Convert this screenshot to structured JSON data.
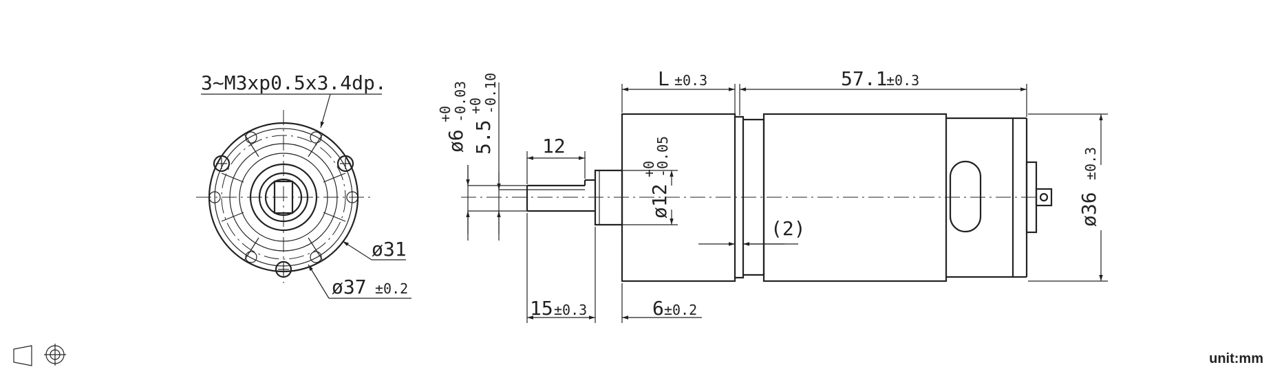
{
  "front_view": {
    "thread_callout": "3~M3xp0.5x3.4dp.",
    "dia_inner": "ø31",
    "dia_outer_value": "ø37",
    "dia_outer_tol": "±0.2"
  },
  "side_view": {
    "shaft_dia_base": "ø6",
    "shaft_dia_upper": "+0",
    "shaft_dia_lower": "-0.03",
    "flat_base": "5.5",
    "flat_upper": "+0",
    "flat_lower": "-0.10",
    "flat_length": "12",
    "shaft_length_value": "15",
    "shaft_length_tol": "±0.3",
    "boss_dia_base": "ø12",
    "boss_upper": "+0",
    "boss_lower": "-0.05",
    "gearbox_length_value": "L",
    "gearbox_length_tol": "±0.3",
    "motor_length_value": "57.1",
    "motor_length_tol": "±0.3",
    "boss_length_value": "6",
    "boss_length_tol": "±0.2",
    "gap": "(2)",
    "motor_dia_value": "ø36",
    "motor_dia_tol": "±0.3"
  },
  "projection_symbol": "first-angle-projection-icon",
  "unit": "unit:mm"
}
